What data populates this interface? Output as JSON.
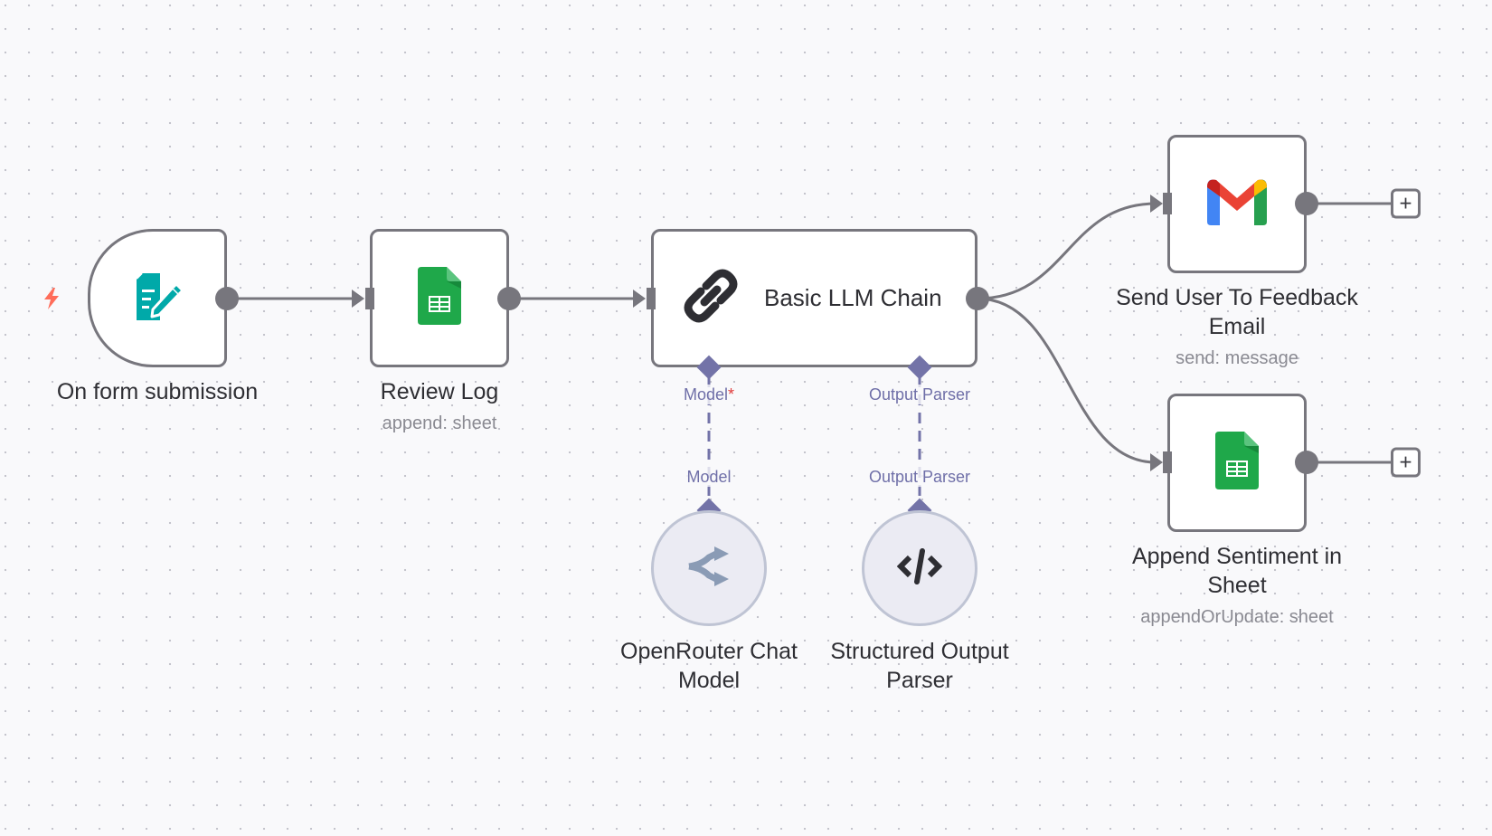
{
  "canvas": {
    "background": "#f9f9fb",
    "edge_color": "#77767d",
    "sub_edge_color": "#7373a8"
  },
  "nodes": {
    "form_trigger": {
      "title": "On form submission",
      "icon": "form-edit-icon",
      "icon_color": "#00a9a9",
      "trigger_icon": "lightning-bolt-icon",
      "trigger_color": "#ff6d5a"
    },
    "review_log": {
      "title": "Review Log",
      "subtitle": "append: sheet",
      "icon": "google-sheets-icon"
    },
    "llm_chain": {
      "title": "Basic LLM Chain",
      "icon": "chain-link-icon",
      "ports": [
        {
          "label": "Model",
          "required": true,
          "required_mark": "*"
        },
        {
          "label": "Output Parser",
          "required": false
        }
      ]
    },
    "gmail": {
      "title_line1": "Send User To Feedback",
      "title_line2": "Email",
      "subtitle": "send: message",
      "icon": "gmail-icon"
    },
    "append_sheet": {
      "title_line1": "Append Sentiment in",
      "title_line2": "Sheet",
      "subtitle": "appendOrUpdate: sheet",
      "icon": "google-sheets-icon"
    },
    "openrouter": {
      "title_line1": "OpenRouter Chat",
      "title_line2": "Model",
      "icon": "openrouter-icon",
      "port_label": "Model"
    },
    "output_parser": {
      "title_line1": "Structured Output",
      "title_line2": "Parser",
      "icon": "code-brackets-icon",
      "port_label": "Output Parser"
    }
  },
  "connections": [
    {
      "from": "On form submission",
      "to": "Review Log"
    },
    {
      "from": "Review Log",
      "to": "Basic LLM Chain"
    },
    {
      "from": "Basic LLM Chain",
      "to": "Send User To Feedback Email"
    },
    {
      "from": "Basic LLM Chain",
      "to": "Append Sentiment in Sheet"
    },
    {
      "from": "OpenRouter Chat Model",
      "to": "Basic LLM Chain",
      "type": "Model"
    },
    {
      "from": "Structured Output Parser",
      "to": "Basic LLM Chain",
      "type": "Output Parser"
    }
  ],
  "add_buttons": {
    "label": "+"
  }
}
